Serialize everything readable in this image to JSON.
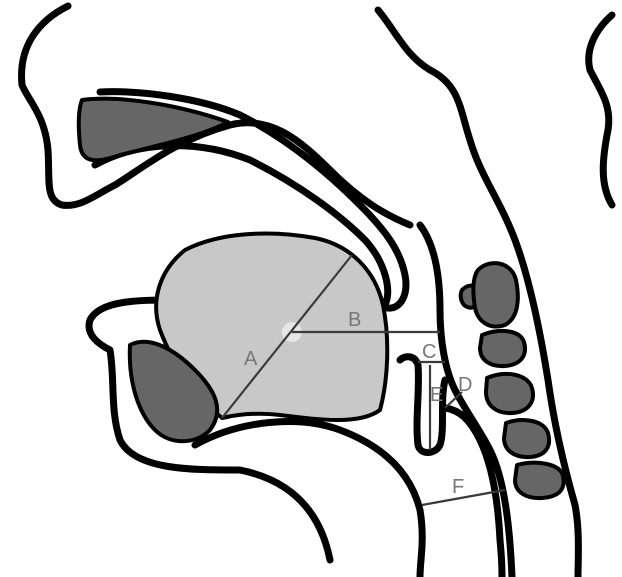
{
  "diagram": {
    "labels": {
      "a": "A",
      "b": "B",
      "c": "C",
      "d": "D",
      "e": "E",
      "f": "F"
    }
  },
  "colors": {
    "bone": "#666666",
    "tongue": "#c8c8c8",
    "outline": "#000000",
    "label": "#777777",
    "background": "#ffffff"
  }
}
